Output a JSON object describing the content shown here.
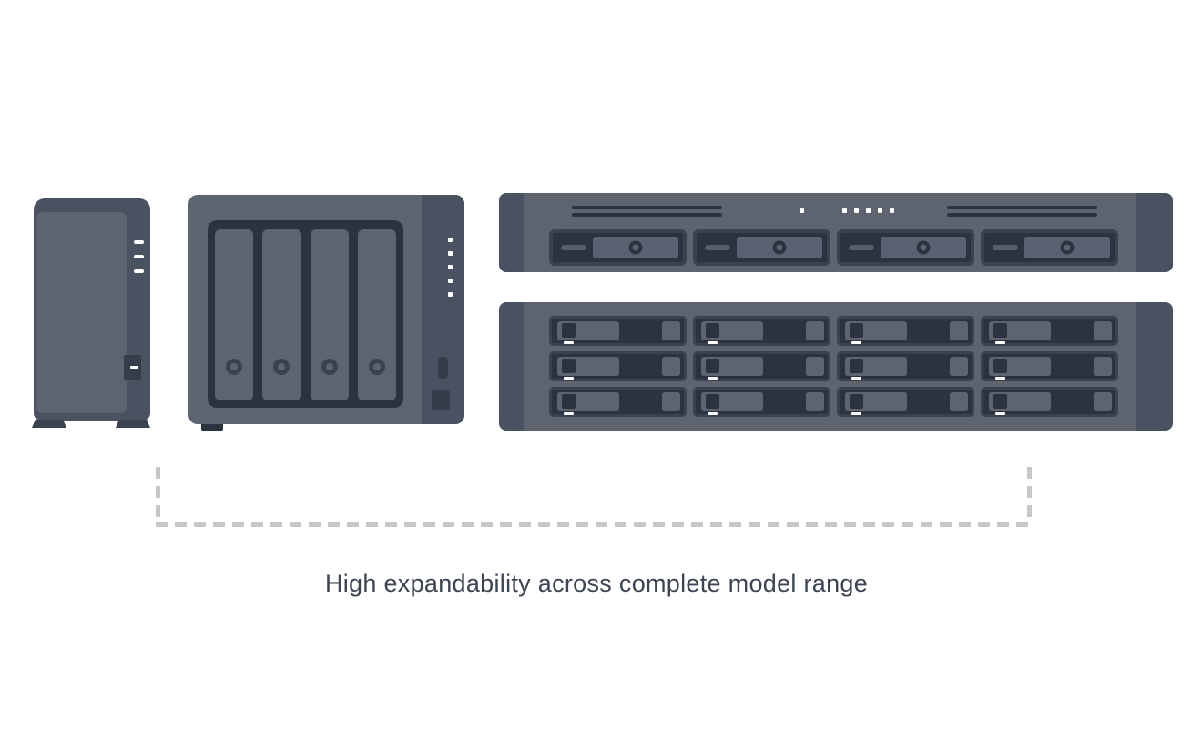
{
  "palette": {
    "bg": "#ffffff",
    "body": "#5d6470",
    "panel": "#4a5160",
    "dark": "#2c3340",
    "frame": "#3a4150",
    "accent": "#353c4a",
    "feet": "#3a414f",
    "handle": "#5a6170",
    "handle_hi": "#565d6b",
    "led_white": "#ffffff",
    "bracket": "#c7c7c7",
    "caption_text": "#3d4552"
  },
  "caption": {
    "text": "High expandability across complete model range"
  },
  "devices": [
    {
      "id": "tower-nas",
      "drive_bays": 1,
      "status_leds": 3
    },
    {
      "id": "desktop-nas-4bay",
      "drive_bays": 4,
      "status_leds": 5
    },
    {
      "id": "rackmount-nas-1u",
      "drive_bays": 4,
      "status_leds": 6
    },
    {
      "id": "rackmount-nas-2u",
      "drive_bays": 12
    }
  ]
}
